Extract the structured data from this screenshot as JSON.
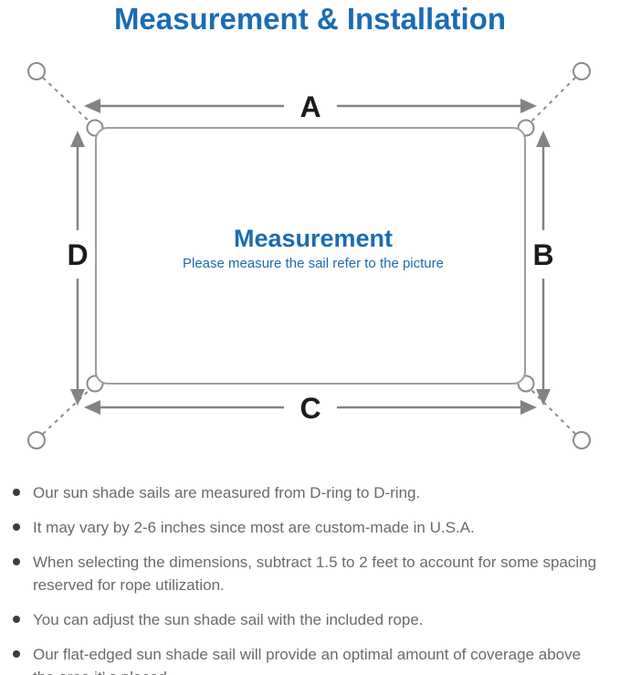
{
  "page": {
    "title": "Measurement & Installation"
  },
  "diagram": {
    "labels": {
      "top": "A",
      "right": "B",
      "bottom": "C",
      "left": "D"
    },
    "center": {
      "title": "Measurement",
      "subtitle": "Please measure the sail refer to the picture"
    },
    "colors": {
      "accent_blue": "#1a6cb3",
      "line_gray": "#8b8b8b",
      "label_black": "#1c1c1c",
      "note_gray": "#6a6a6a"
    }
  },
  "notes": {
    "items": [
      {
        "text": "Our sun shade sails are measured from D-ring to D-ring."
      },
      {
        "text": "It may vary by 2-6 inches since most are custom-made in U.S.A."
      },
      {
        "text": "When selecting the dimensions, subtract 1.5 to 2 feet to account for some spacing reserved for rope utilization."
      },
      {
        "text": "You can adjust the sun shade sail with the included rope."
      },
      {
        "text": "Our flat-edged sun shade sail will provide an optimal amount of coverage above the area it’ s placed."
      }
    ]
  }
}
